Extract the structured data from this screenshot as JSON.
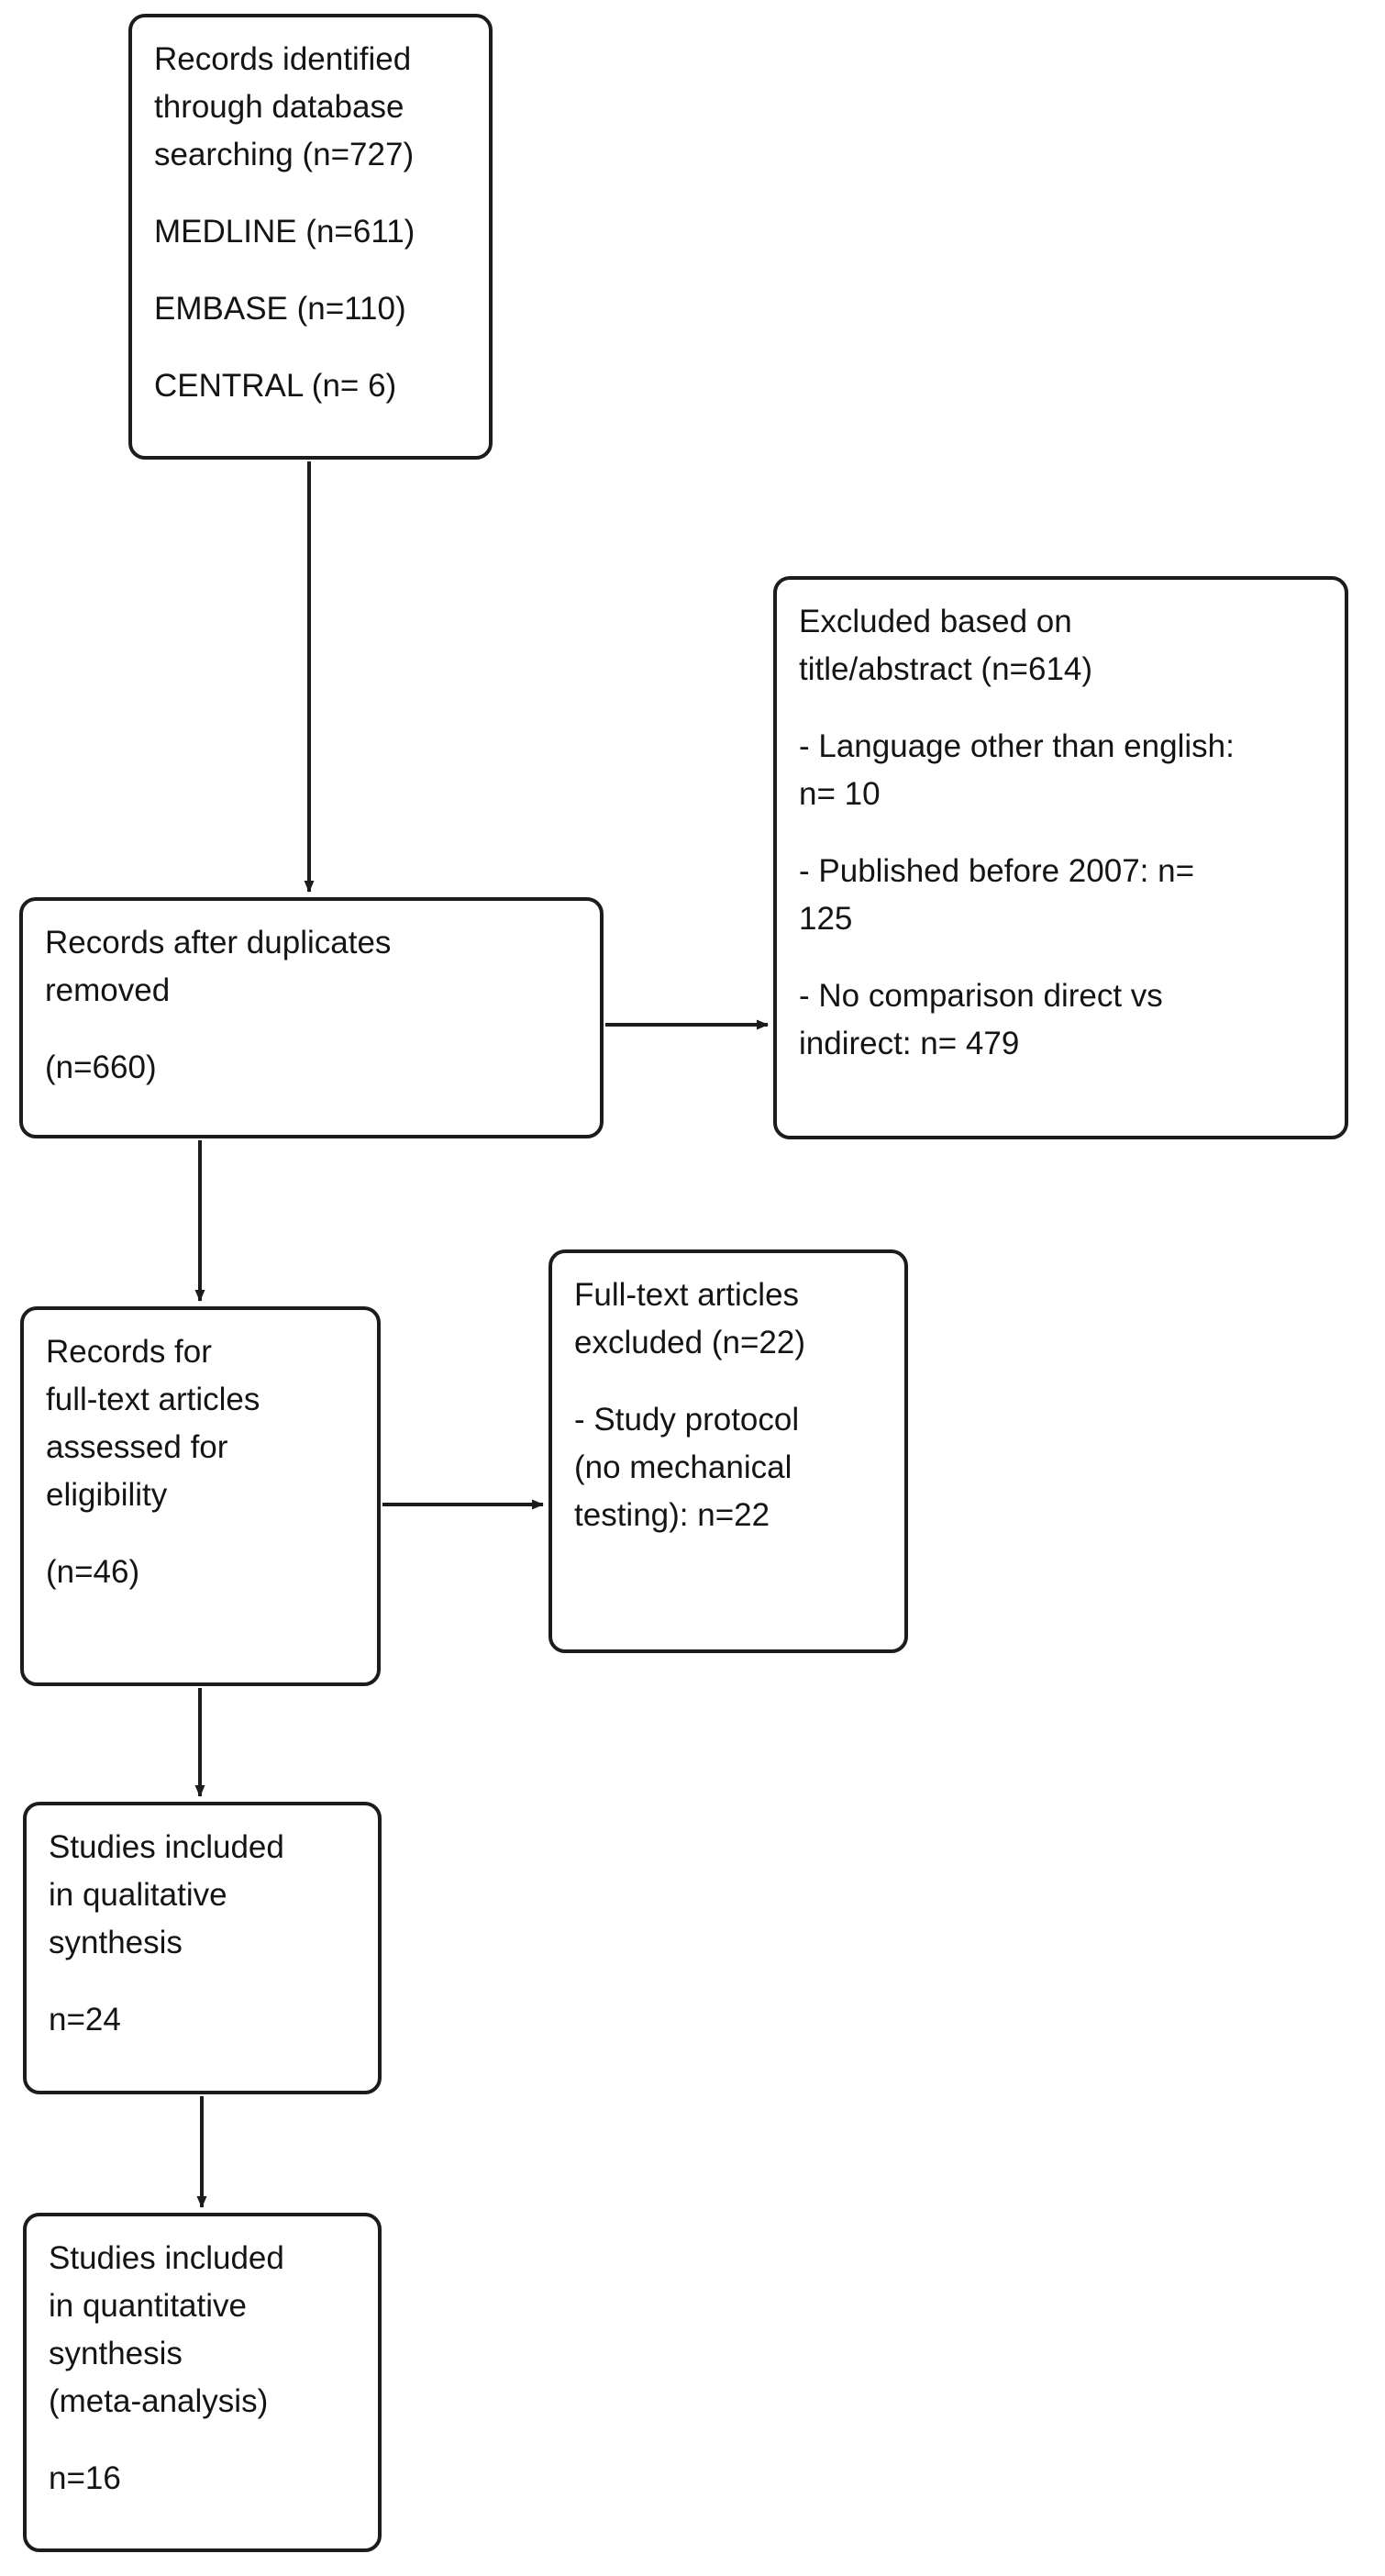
{
  "colors": {
    "background": "#ffffff",
    "box_border": "#1c1c1c",
    "text": "#141414",
    "arrow": "#1c1c1c"
  },
  "diagram": {
    "type": "prisma-flowchart",
    "boxes": {
      "identified": {
        "paragraphs": [
          "Records identified\nthrough database\nsearching (n=727)",
          "MEDLINE (n=611)",
          "EMBASE (n=110)",
          "CENTRAL (n= 6)"
        ]
      },
      "duplicates_removed": {
        "paragraphs": [
          "Records after duplicates\nremoved",
          "(n=660)"
        ]
      },
      "excluded_title_abstract": {
        "paragraphs": [
          "Excluded based on\ntitle/abstract (n=614)",
          "- Language other than english:\nn= 10",
          "- Published before 2007: n=\n125",
          "- No comparison direct vs\nindirect: n= 479"
        ]
      },
      "fulltext_assessed": {
        "paragraphs": [
          "Records for\nfull-text articles\nassessed for\neligibility",
          "(n=46)"
        ]
      },
      "fulltext_excluded": {
        "paragraphs": [
          "Full-text articles\nexcluded (n=22)",
          "- Study protocol\n(no mechanical\ntesting): n=22"
        ]
      },
      "qualitative_synthesis": {
        "paragraphs": [
          "Studies included\nin qualitative\nsynthesis",
          "n=24"
        ]
      },
      "quantitative_synthesis": {
        "paragraphs": [
          "Studies included\nin quantitative\nsynthesis\n(meta-analysis)",
          "n=16"
        ]
      }
    }
  }
}
